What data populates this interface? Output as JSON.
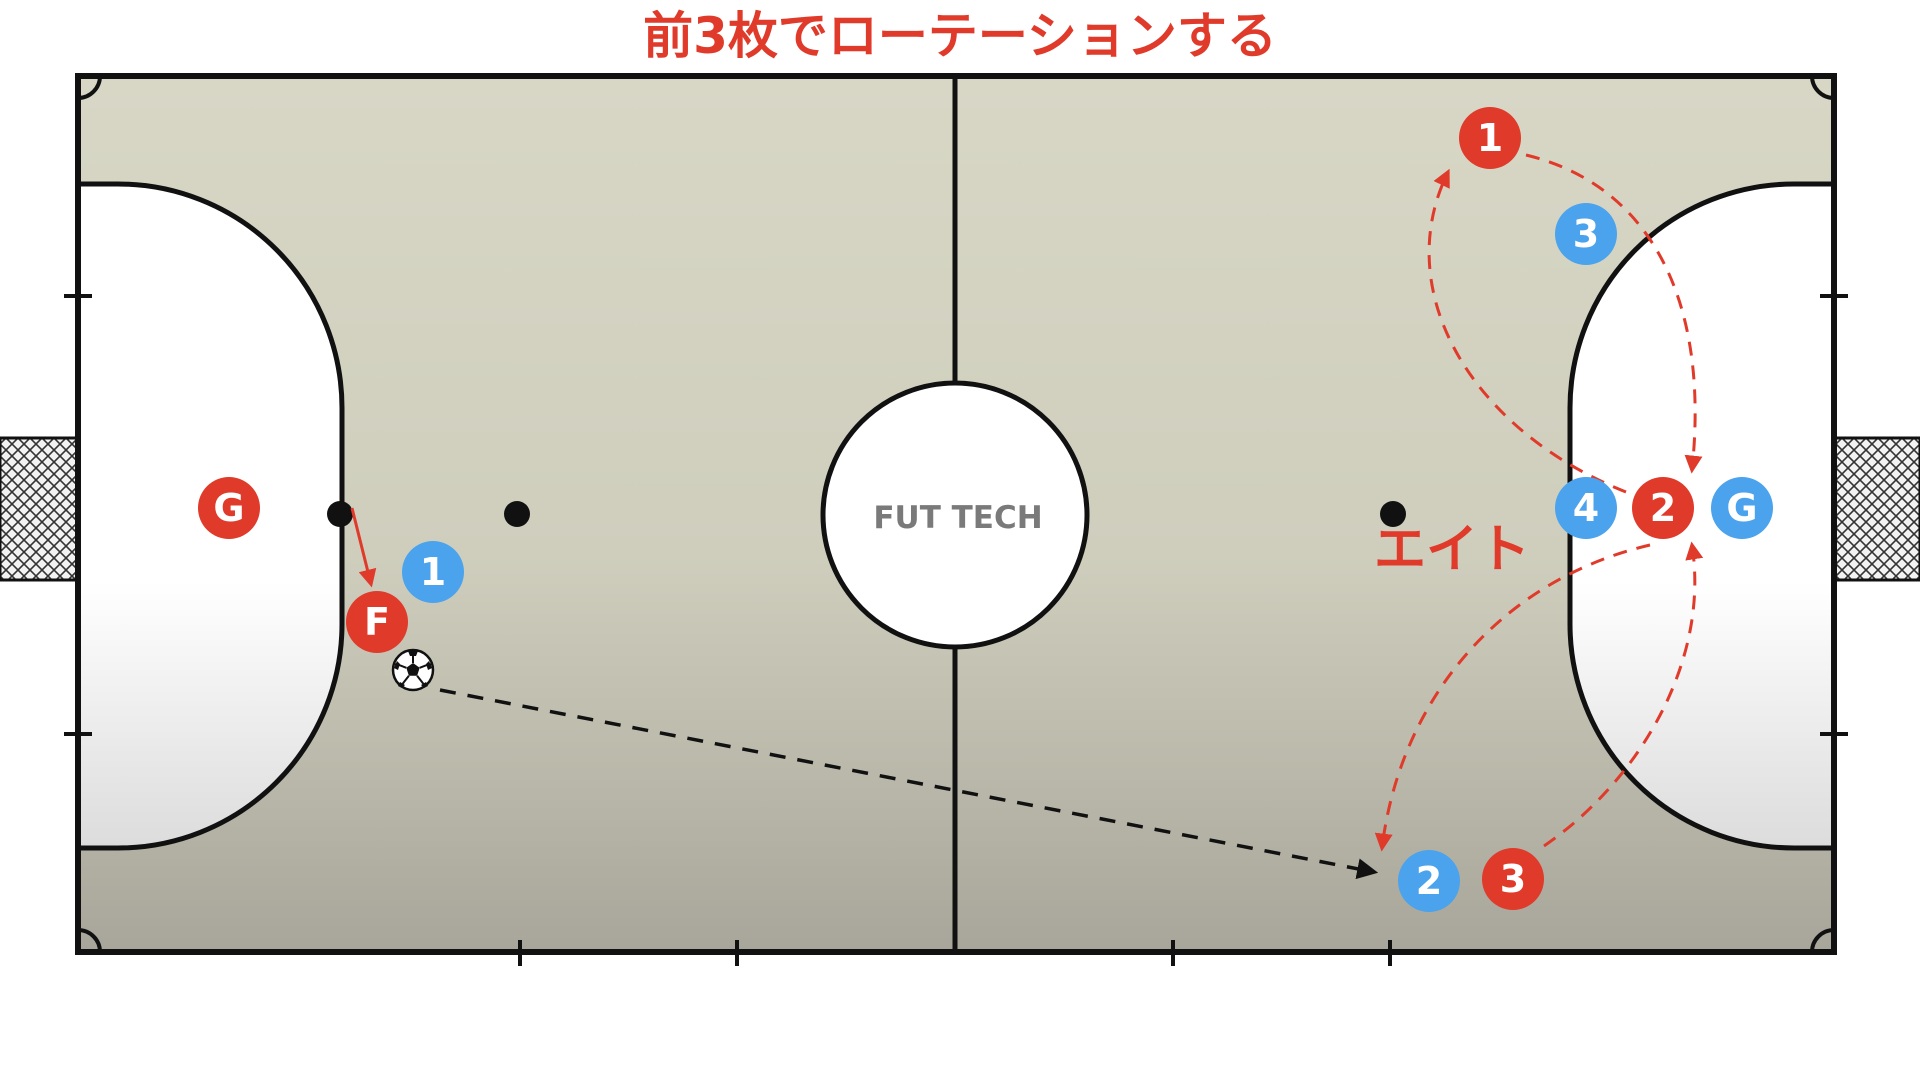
{
  "title": "前3枚でローテーションする",
  "watermark": "FUT TECH",
  "annotation": "エイト",
  "colors": {
    "red_team": "#e03a2a",
    "blue_team": "#4aa3ec",
    "court_top": "#d8d7c6",
    "court_bottom": "#a8a69a",
    "line": "#111111",
    "run_arrow": "#e03a2a",
    "pass_arrow": "#111111"
  },
  "players": {
    "red_goalkeeper_left": {
      "label": "G",
      "team": "red"
    },
    "red_fixo": {
      "label": "F",
      "team": "red"
    },
    "red_1": {
      "label": "1",
      "team": "red"
    },
    "red_2": {
      "label": "2",
      "team": "red"
    },
    "red_3": {
      "label": "3",
      "team": "red"
    },
    "blue_1": {
      "label": "1",
      "team": "blue"
    },
    "blue_2": {
      "label": "2",
      "team": "blue"
    },
    "blue_3": {
      "label": "3",
      "team": "blue"
    },
    "blue_4": {
      "label": "4",
      "team": "blue"
    },
    "blue_goalkeeper_right": {
      "label": "G",
      "team": "blue"
    }
  },
  "icons": {
    "ball": "soccer-ball-icon",
    "goal_net": "goal-net-icon"
  }
}
